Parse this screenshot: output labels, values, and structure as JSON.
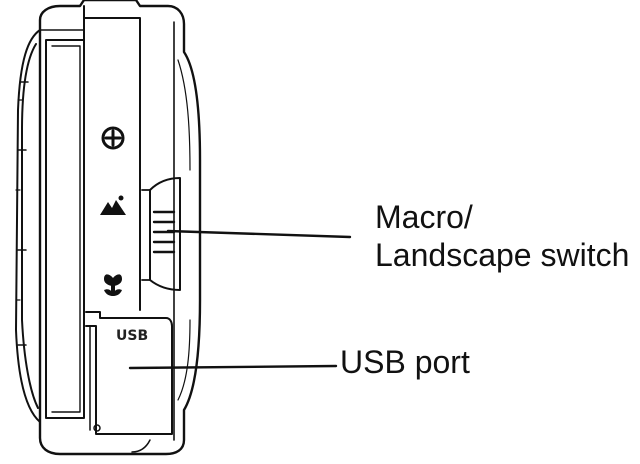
{
  "callouts": {
    "macro_switch": {
      "line1": "Macro/",
      "line2": "Landscape switch"
    },
    "usb_port": {
      "label": "USB port"
    }
  },
  "device": {
    "usb_cover_text": "USB",
    "icons": [
      "zoom-in-icon",
      "landscape-mode-icon",
      "macro-flower-icon"
    ]
  },
  "colors": {
    "line": "#111111",
    "background": "#ffffff"
  }
}
